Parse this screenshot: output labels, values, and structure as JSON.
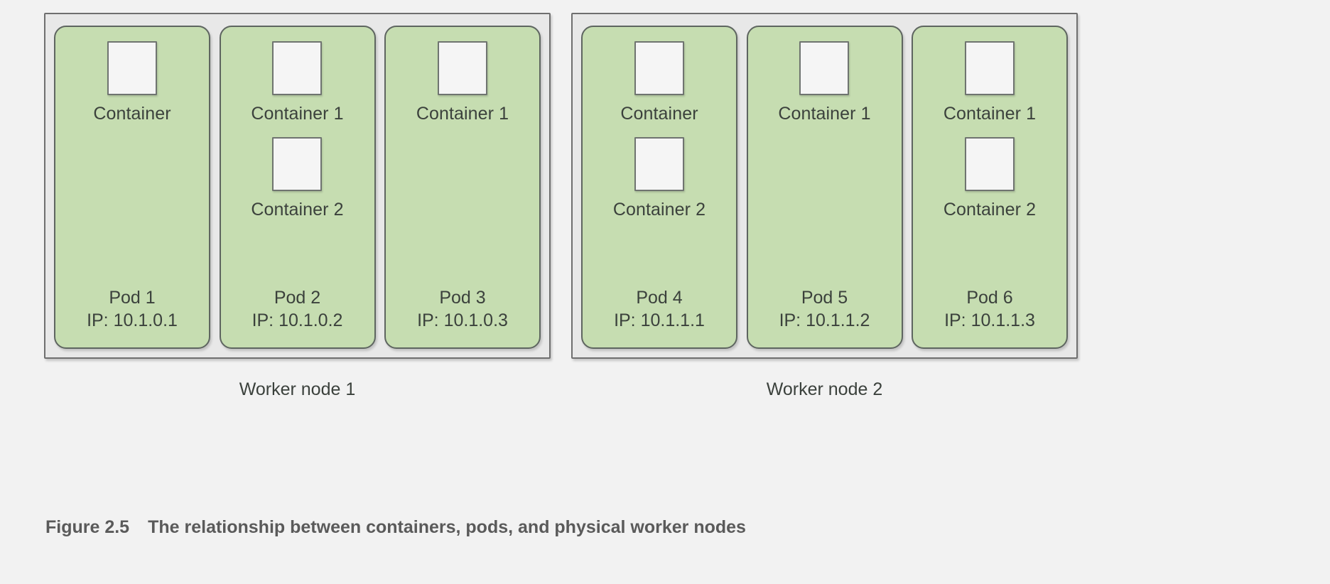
{
  "figure": {
    "number_label": "Figure 2.5",
    "caption": "The relationship between containers, pods, and physical worker nodes"
  },
  "colors": {
    "page_background": "#f2f2f2",
    "node_fill": "#e8e8e8",
    "node_border": "#6f6f6f",
    "pod_fill": "#c6ddb1",
    "pod_border": "#5e6560",
    "container_fill": "#f5f5f5",
    "container_border": "#6f7470",
    "text": "#3b413c",
    "caption_text": "#5a5a5a"
  },
  "worker_nodes": [
    {
      "caption": "Worker node 1",
      "pods": [
        {
          "name": "Pod 1",
          "ip": "IP: 10.1.0.1",
          "containers": [
            {
              "label": "Container"
            }
          ]
        },
        {
          "name": "Pod 2",
          "ip": "IP: 10.1.0.2",
          "containers": [
            {
              "label": "Container 1"
            },
            {
              "label": "Container 2"
            }
          ]
        },
        {
          "name": "Pod 3",
          "ip": "IP: 10.1.0.3",
          "containers": [
            {
              "label": "Container 1"
            }
          ]
        }
      ]
    },
    {
      "caption": "Worker node 2",
      "pods": [
        {
          "name": "Pod 4",
          "ip": "IP: 10.1.1.1",
          "containers": [
            {
              "label": "Container"
            },
            {
              "label": "Container 2"
            }
          ]
        },
        {
          "name": "Pod 5",
          "ip": "IP: 10.1.1.2",
          "containers": [
            {
              "label": "Container 1"
            }
          ]
        },
        {
          "name": "Pod 6",
          "ip": "IP: 10.1.1.3",
          "containers": [
            {
              "label": "Container 1"
            },
            {
              "label": "Container 2"
            }
          ]
        }
      ]
    }
  ]
}
